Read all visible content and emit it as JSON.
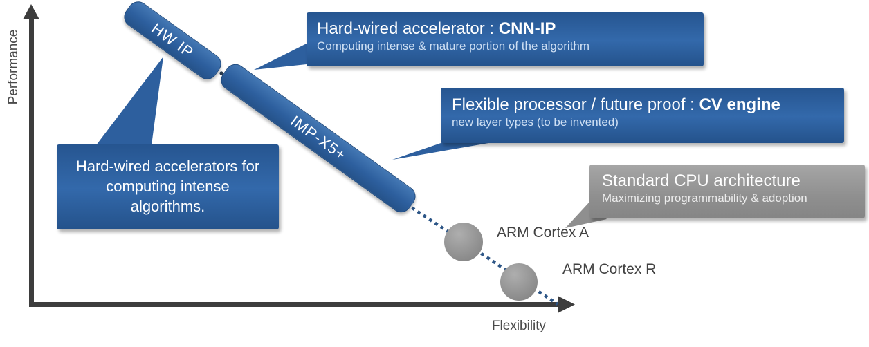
{
  "slide": {
    "axes": {
      "y_label": "Performance",
      "x_label": "Flexibility"
    },
    "segments": [
      {
        "label": "HW IP"
      },
      {
        "label": "IMP-X5+"
      }
    ],
    "cpu_points": [
      {
        "label": "ARM Cortex A"
      },
      {
        "label": "ARM Cortex R"
      }
    ],
    "callouts": {
      "cnn_ip": {
        "title_prefix": "Hard-wired accelerator : ",
        "title_bold": "CNN-IP",
        "subtitle": "Computing intense & mature portion of the algorithm"
      },
      "cv_engine": {
        "title_prefix": "Flexible processor / future proof : ",
        "title_bold": "CV engine",
        "subtitle": "new layer types (to be invented)"
      },
      "cpu": {
        "title": "Standard CPU architecture",
        "subtitle": "Maximizing programmability & adoption"
      },
      "hw_accel": {
        "text": "Hard-wired accelerators for computing intense algorithms."
      }
    },
    "colors": {
      "accent_blue": "#2d5f9e",
      "box_blue_mid": "#3369ab",
      "gray": "#949494",
      "axis": "#3d3d3d",
      "dotted_line": "#2c5586",
      "text_dark": "#414141"
    }
  }
}
